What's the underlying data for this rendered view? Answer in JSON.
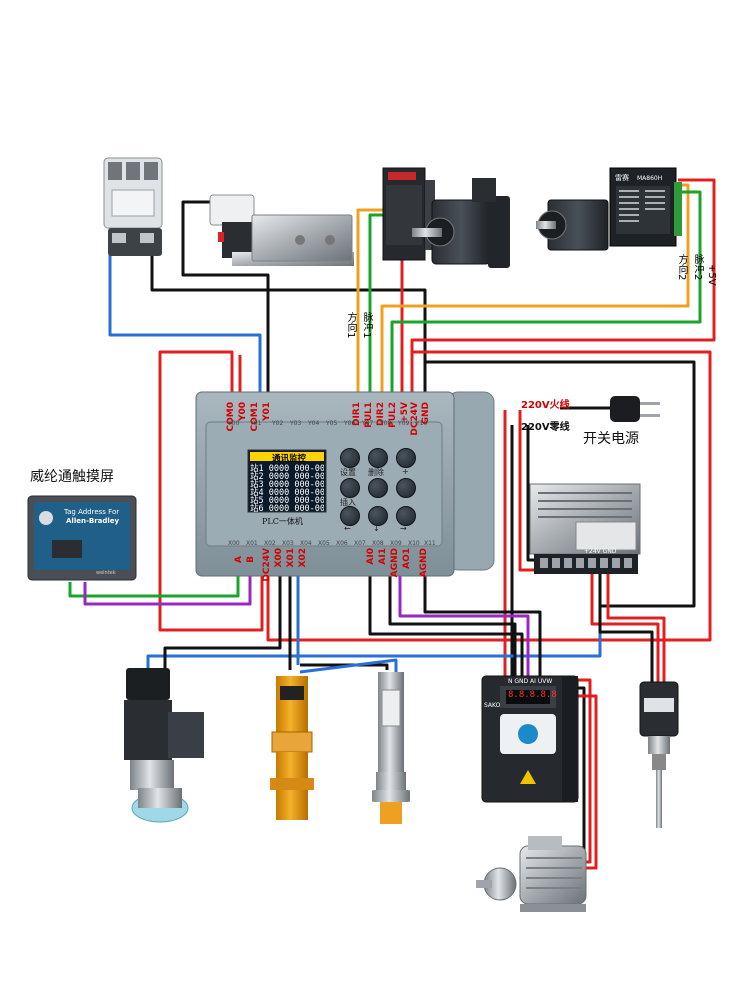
{
  "labels": {
    "hmi": "威纶通触摸屏",
    "power_switch": "开关电源",
    "live_line": "220V火线",
    "neutral_line": "220V零线",
    "dir1": "方向1",
    "pulse1": "脉冲1",
    "dir2": "方向2",
    "pulse2": "脉冲2",
    "plus5v": "+5V",
    "plc_name": "PLC一体机"
  },
  "plc": {
    "top_pins": [
      "COM0",
      "Y00",
      "COM1",
      "Y01",
      "DIR1",
      "PUL1",
      "DIR2",
      "PUL2",
      "+5V",
      "DC24V",
      "GND"
    ],
    "top_terminals": [
      "Y00",
      "Y01",
      "Y02",
      "Y03",
      "Y04",
      "Y05",
      "Y06",
      "Y07",
      "Y08",
      "Y09",
      "Y10"
    ],
    "bottom_pins": [
      "A",
      "B",
      "DC24V",
      "X00",
      "X01",
      "X02",
      "AI0",
      "AI1",
      "AGND",
      "AO1",
      "AGND"
    ],
    "bottom_terminals": [
      "X00",
      "X01",
      "X02",
      "X03",
      "X04",
      "X05",
      "X06",
      "X07",
      "X08",
      "X09",
      "X10",
      "X11"
    ],
    "lcd_header": "通讯监控",
    "lcd_rows": [
      "站1 0000 000-000 RS-1",
      "站2 0000 000-000 RS-1",
      "站3 0000 000-000 RS-1",
      "站4 0000 000-000 RS-1",
      "站5 0000 000-000 RS-1",
      "站6 0000 000-000 RS-1"
    ],
    "keys": [
      "设置",
      "删除",
      "+",
      "插入",
      "←",
      "↓",
      "→"
    ]
  },
  "hmi_screen": {
    "line1": "Tag Address For",
    "line2": "Allen-Bradley",
    "brand": "weintek"
  },
  "inverter": {
    "display": "8.8.8.8.8",
    "brand": "SAKO",
    "terminals": "N GND AI UVW"
  },
  "psu": {
    "terminals": "+24V GND"
  },
  "stepper_driver": {
    "brand": "雷赛",
    "model": "MA860H"
  },
  "colors": {
    "red": "#e02020",
    "blue": "#2a6fd6",
    "green": "#1aa52a",
    "orange": "#f0a020",
    "purple": "#9a28c0",
    "black": "#111111",
    "plc_body": "#8e9ea7"
  }
}
